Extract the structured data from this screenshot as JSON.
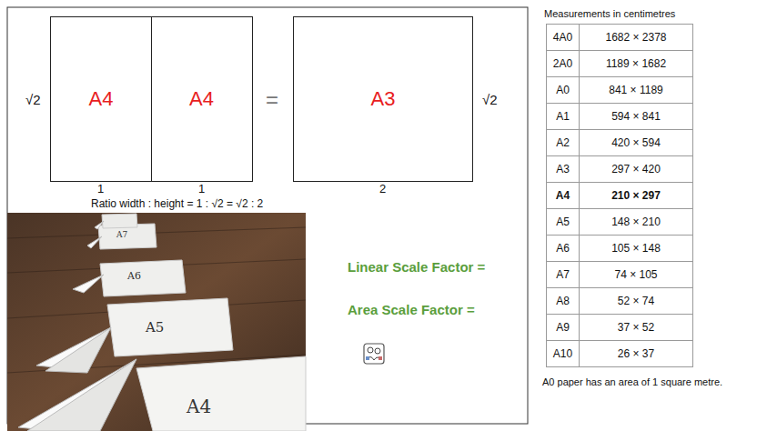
{
  "diagram": {
    "nodes": [
      {
        "text": [
          "A4"
        ]
      },
      {
        "text": [
          "A4"
        ]
      },
      {
        "text": [
          "A3"
        ]
      }
    ],
    "labels": [
      "√2",
      "=",
      "√2",
      "1",
      "1",
      "2",
      "Ratio width : height = 1 : √2 = √2 : 2",
      "A4",
      "A5",
      "A6",
      "A7",
      "Linear Scale Factor =",
      "Area Scale Factor =",
      "Measurements in centimetres",
      "4A0",
      "1682 × 2378",
      "2A0",
      "1189 × 1682",
      "A0",
      "841 × 1189",
      "A1",
      "594 × 841",
      "A2",
      "420 × 594",
      "A3",
      "297 × 420",
      "A4",
      "210 × 297",
      "A5",
      "148 × 210",
      "A6",
      "105 × 148",
      "A7",
      "74 × 105",
      "A8",
      "52 × 74",
      "A9",
      "37 × 52",
      "A10",
      "26 × 37",
      "A0 paper has an area of 1 square metre."
    ]
  }
}
